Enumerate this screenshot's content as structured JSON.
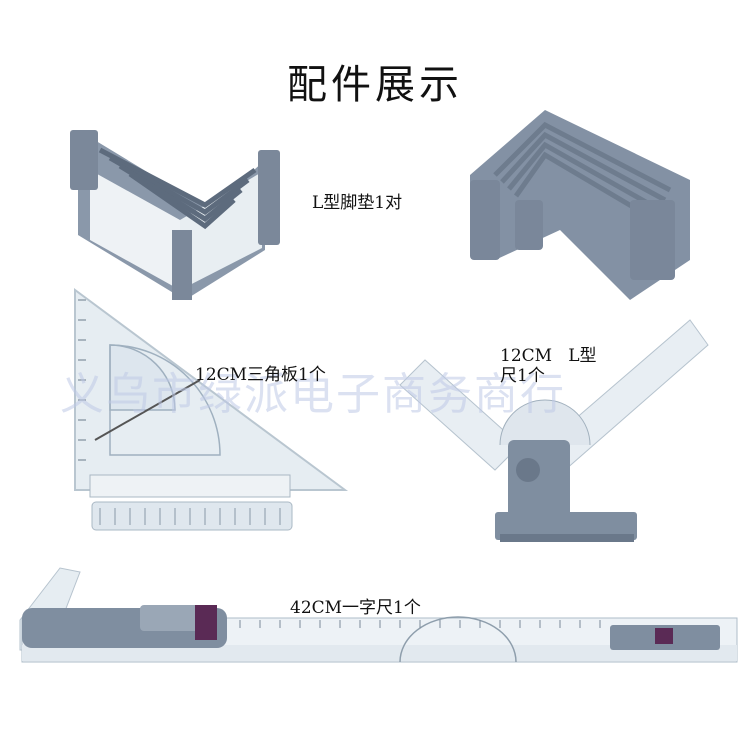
{
  "title": "配件展示",
  "watermark": "义乌市绿派电子商务商行",
  "items": [
    {
      "caption": "L型脚垫1对"
    },
    {
      "caption": "12CM三角板1个"
    },
    {
      "caption": "12CM   L型\n尺1个"
    },
    {
      "caption": "42CM一字尺1个"
    }
  ],
  "colors": {
    "plastic_gray": "#7f8ea0",
    "plastic_dark": "#5c6a7c",
    "acrylic": "#e4ecf2",
    "purple_clip": "#5a2a55"
  }
}
